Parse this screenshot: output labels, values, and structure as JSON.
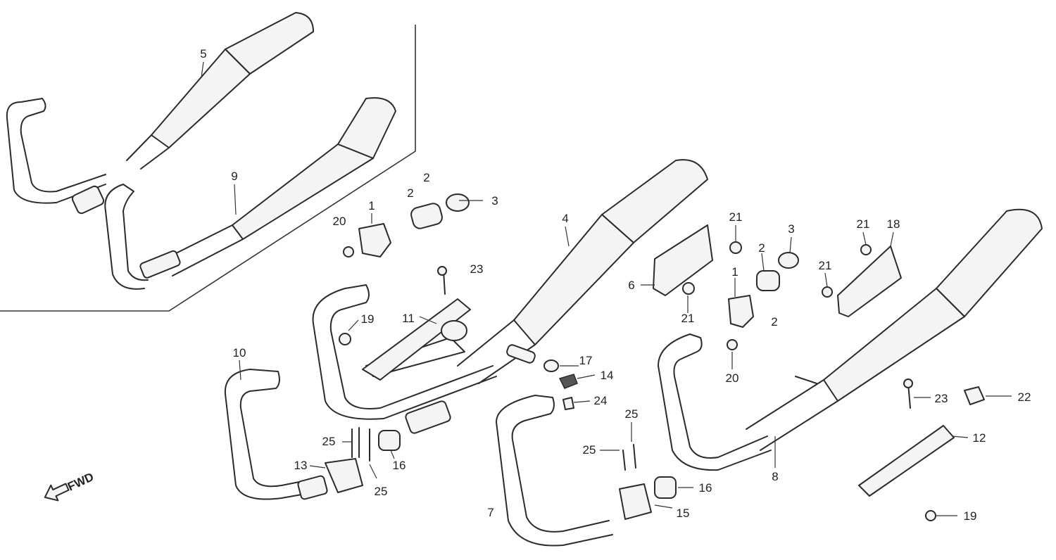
{
  "fwd_label": "FWD",
  "callouts": {
    "c5": "5",
    "c9": "9",
    "c1a": "1",
    "c20a": "20",
    "c2a": "2",
    "c2b": "2",
    "c3a": "3",
    "c4": "4",
    "c23a": "23",
    "c11": "11",
    "c19a": "19",
    "c10": "10",
    "c17": "17",
    "c14": "14",
    "c24": "24",
    "c25a": "25",
    "c13": "13",
    "c16a": "16",
    "c25b": "25",
    "c7": "7",
    "c25c": "25",
    "c25d": "25",
    "c16b": "16",
    "c15": "15",
    "c6": "6",
    "c21a": "21",
    "c21b": "21",
    "c2c": "2",
    "c3b": "3",
    "c1b": "1",
    "c2d": "2",
    "c20b": "20",
    "c21c": "21",
    "c18": "18",
    "c21d": "21",
    "c23b": "23",
    "c22": "22",
    "c12": "12",
    "c8": "8",
    "c19b": "19"
  }
}
